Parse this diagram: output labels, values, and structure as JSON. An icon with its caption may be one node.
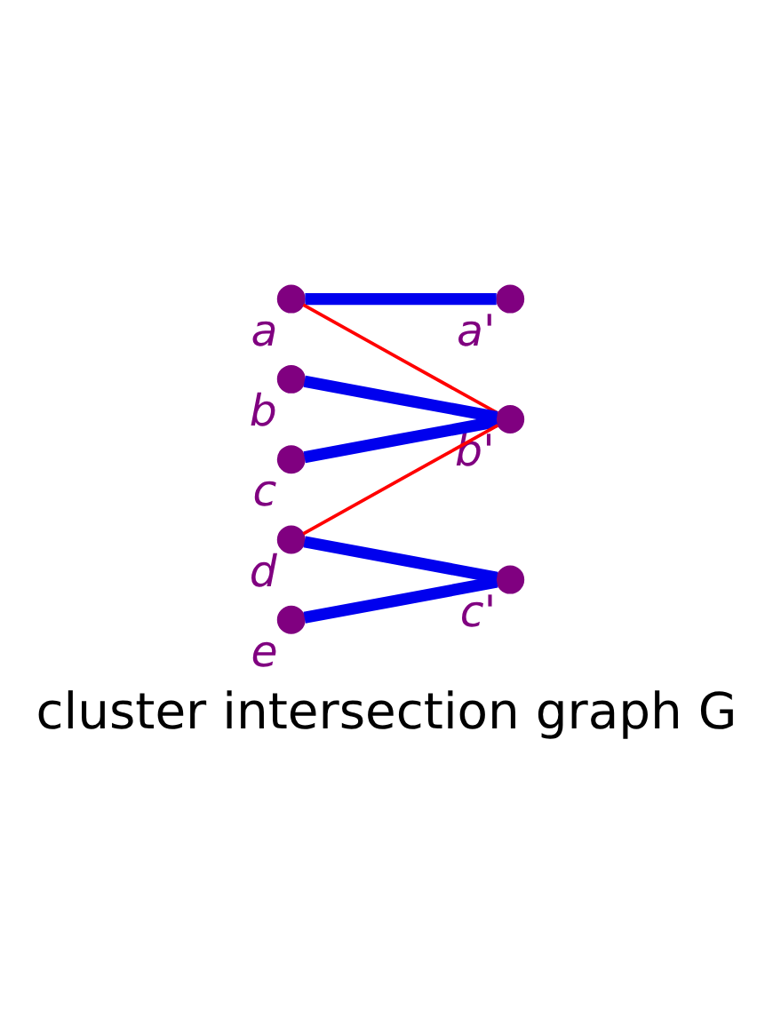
{
  "diagram": {
    "caption": "cluster intersection graph G",
    "nodes": [
      {
        "text": [],
        "shape": "circle",
        "beside": [
          "a"
        ]
      },
      {
        "text": [],
        "shape": "circle",
        "beside": [
          "b"
        ]
      },
      {
        "text": [],
        "shape": "circle",
        "beside": [
          "c"
        ]
      },
      {
        "text": [],
        "shape": "circle",
        "beside": [
          "d"
        ]
      },
      {
        "text": [],
        "shape": "circle",
        "beside": [
          "e"
        ]
      },
      {
        "text": [],
        "shape": "circle",
        "beside": [
          "a'"
        ]
      },
      {
        "text": [],
        "shape": "circle",
        "beside": [
          "b'"
        ]
      },
      {
        "text": [],
        "shape": "circle",
        "beside": [
          "c'"
        ]
      }
    ],
    "edges": [
      {
        "from": 0,
        "to": 5,
        "arrow": "none"
      },
      {
        "from": 0,
        "to": 6,
        "arrow": "none",
        "color": "#ff0000"
      },
      {
        "from": 1,
        "to": 6,
        "arrow": "none"
      },
      {
        "from": 2,
        "to": 6,
        "arrow": "none"
      },
      {
        "from": 3,
        "to": 6,
        "arrow": "none",
        "color": "#ff0000"
      },
      {
        "from": 3,
        "to": 7,
        "arrow": "none"
      },
      {
        "from": 4,
        "to": 7,
        "arrow": "none"
      }
    ]
  }
}
